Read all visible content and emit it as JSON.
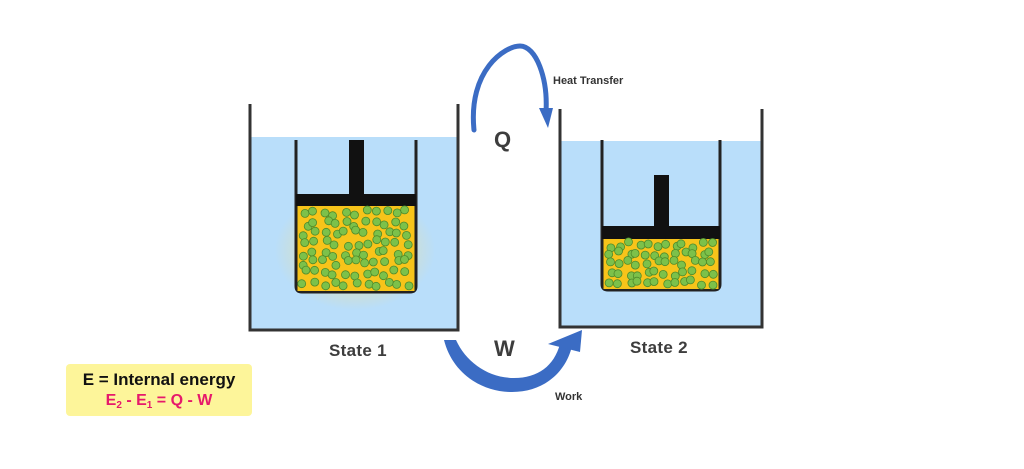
{
  "labels": {
    "state1": "State 1",
    "state2": "State 2",
    "heat_symbol": "Q",
    "heat_caption": "Heat Transfer",
    "work_symbol": "W",
    "work_caption": "Work"
  },
  "note": {
    "definition": "E = Internal energy",
    "eq_e": "E",
    "eq_sub2": "2",
    "eq_minus": " - ",
    "eq_sub1": "1",
    "eq_rhs": " = Q - W"
  },
  "colors": {
    "water": "#b9defa",
    "gas": "#f7c41a",
    "particle": "#7cc14a",
    "piston": "#111111",
    "arrow": "#3b6cc4",
    "equation": "#e6196b",
    "note_bg": "#fdf59a"
  }
}
